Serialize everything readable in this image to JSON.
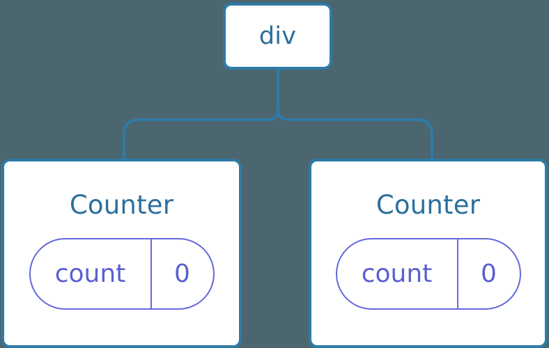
{
  "diagram": {
    "type": "component-tree",
    "background_color": "#4c6670",
    "node_border_color": "#2e7ba6",
    "node_fill_color": "#ffffff",
    "node_label_color": "#2b6f9c",
    "state_color": "#5b5fd0",
    "connector_color": "#2e7ba6",
    "root": {
      "label": "div"
    },
    "children": [
      {
        "title": "Counter",
        "state": {
          "key": "count",
          "value": "0"
        }
      },
      {
        "title": "Counter",
        "state": {
          "key": "count",
          "value": "0"
        }
      }
    ]
  }
}
